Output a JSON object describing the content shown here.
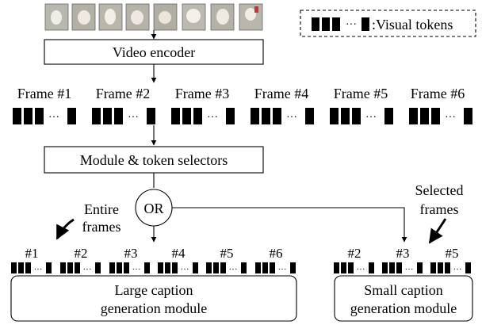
{
  "legend": {
    "label": ":Visual tokens"
  },
  "video_encoder": {
    "label": "Video encoder"
  },
  "frames": [
    {
      "label": "Frame #1"
    },
    {
      "label": "Frame #2"
    },
    {
      "label": "Frame #3"
    },
    {
      "label": "Frame #4"
    },
    {
      "label": "Frame #5"
    },
    {
      "label": "Frame #6"
    }
  ],
  "selector": {
    "label": "Module & token selectors"
  },
  "or_node": {
    "label": "OR"
  },
  "entire_frames": {
    "line1": "Entire",
    "line2": "frames"
  },
  "selected_frames": {
    "line1": "Selected",
    "line2": "frames"
  },
  "large_frames": [
    "#1",
    "#2",
    "#3",
    "#4",
    "#5",
    "#6"
  ],
  "small_frames": [
    "#2",
    "#3",
    "#5"
  ],
  "large_module": {
    "line1": "Large caption",
    "line2": "generation module"
  },
  "small_module": {
    "line1": "Small caption",
    "line2": "generation module"
  },
  "colors": {
    "token": "#000000",
    "stroke": "#000000",
    "background": "#ffffff"
  }
}
